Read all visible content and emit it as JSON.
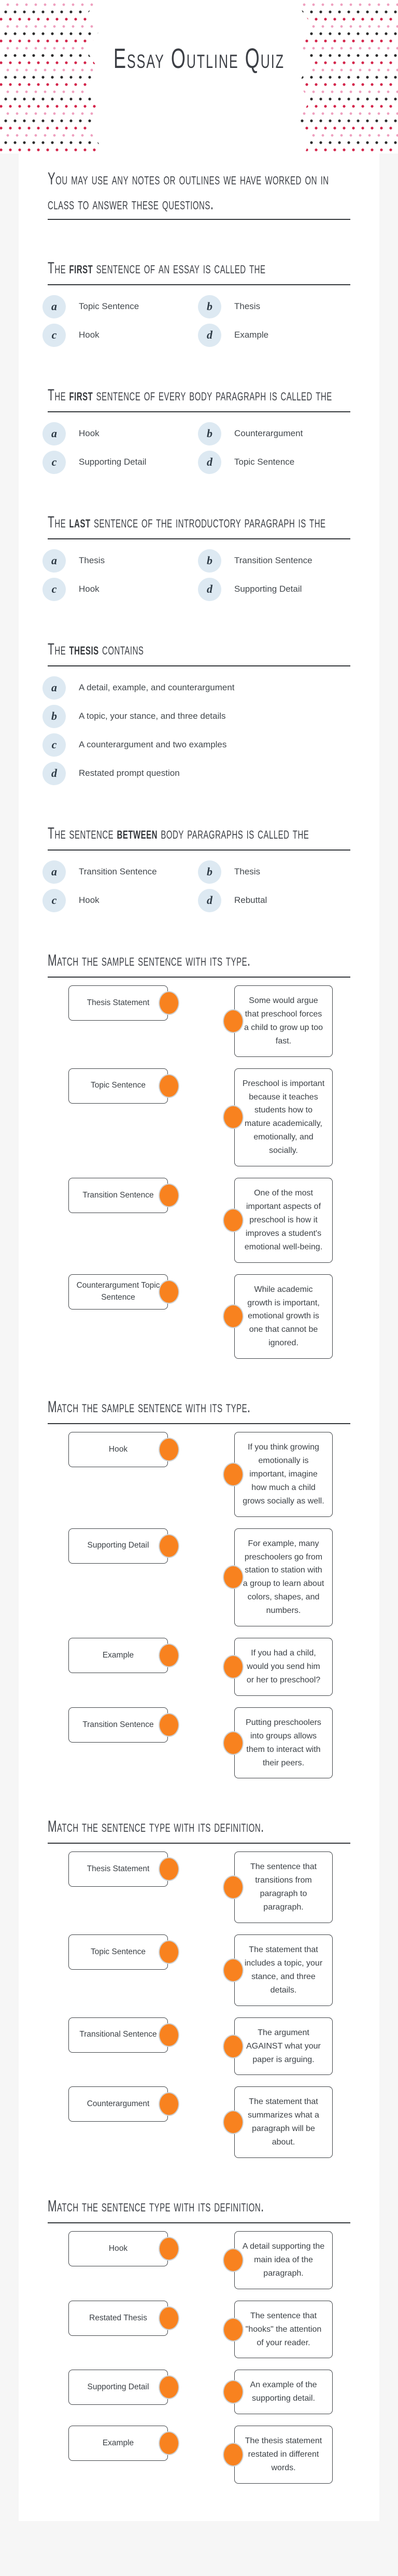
{
  "header": {
    "title": "Essay Outline Quiz"
  },
  "instructions": "You may use any notes or outlines we have worked on in class to answer these questions.",
  "colors": {
    "accent_orange": "#F8821F",
    "option_circle_blue": "#DDE9F2",
    "dot_black": "#2B2B2B",
    "dot_red": "#D4244A",
    "dot_pink": "#EFA0BF"
  },
  "mcq": [
    {
      "prompt": {
        "pre": "The ",
        "bold": "first",
        "post": " sentence of an essay is called the"
      },
      "options": [
        {
          "letter": "a",
          "label": "Topic Sentence"
        },
        {
          "letter": "b",
          "label": "Thesis"
        },
        {
          "letter": "c",
          "label": "Hook"
        },
        {
          "letter": "d",
          "label": "Example"
        }
      ]
    },
    {
      "prompt": {
        "pre": "The ",
        "bold": "first",
        "post": " sentence of every body paragraph is called the"
      },
      "options": [
        {
          "letter": "a",
          "label": "Hook"
        },
        {
          "letter": "b",
          "label": "Counterargument"
        },
        {
          "letter": "c",
          "label": "Supporting Detail"
        },
        {
          "letter": "d",
          "label": "Topic Sentence"
        }
      ]
    },
    {
      "prompt": {
        "pre": "The ",
        "bold": "last",
        "post": " sentence of the introductory paragraph is the"
      },
      "options": [
        {
          "letter": "a",
          "label": "Thesis"
        },
        {
          "letter": "b",
          "label": "Transition Sentence"
        },
        {
          "letter": "c",
          "label": "Hook"
        },
        {
          "letter": "d",
          "label": "Supporting Detail"
        }
      ]
    },
    {
      "prompt": {
        "pre": "The ",
        "bold": "thesis",
        "post": " contains"
      },
      "options": [
        {
          "letter": "a",
          "label": "A detail, example, and counterargument"
        },
        {
          "letter": "b",
          "label": "A topic, your stance, and three details"
        },
        {
          "letter": "c",
          "label": "A counterargument and two examples"
        },
        {
          "letter": "d",
          "label": "Restated prompt question"
        }
      ]
    },
    {
      "prompt": {
        "pre": "The sentence ",
        "bold": "between",
        "post": " body paragraphs is called the"
      },
      "options": [
        {
          "letter": "a",
          "label": "Transition Sentence"
        },
        {
          "letter": "b",
          "label": "Thesis"
        },
        {
          "letter": "c",
          "label": "Hook"
        },
        {
          "letter": "d",
          "label": "Rebuttal"
        }
      ]
    }
  ],
  "matching": [
    {
      "title": "Match the sample sentence with its type.",
      "pairs": [
        {
          "left": "Thesis Statement",
          "right": "Some would argue that preschool forces a child to grow up too fast."
        },
        {
          "left": "Topic Sentence",
          "right": "Preschool is important because it teaches students how to mature academically, emotionally, and socially."
        },
        {
          "left": "Transition Sentence",
          "right": "One of the most important aspects of preschool is how it improves a student's emotional well-being."
        },
        {
          "left": "Counterargument Topic Sentence",
          "right": "While academic growth is important, emotional growth is one that cannot be ignored."
        }
      ]
    },
    {
      "title": "Match the sample sentence with its type.",
      "pairs": [
        {
          "left": "Hook",
          "right": "If you think growing emotionally is important, imagine how much a child grows socially as well."
        },
        {
          "left": "Supporting Detail",
          "right": "For example, many preschoolers go from station to station with a group to learn about colors, shapes, and numbers."
        },
        {
          "left": "Example",
          "right": "If you had a child, would you send him or her to preschool?"
        },
        {
          "left": "Transition Sentence",
          "right": "Putting preschoolers into groups allows them to interact with their peers."
        }
      ]
    },
    {
      "title": "Match the sentence type with its definition.",
      "pairs": [
        {
          "left": "Thesis Statement",
          "right": "The sentence that transitions from paragraph to paragraph."
        },
        {
          "left": "Topic Sentence",
          "right": "The statement that includes a topic, your stance, and three details."
        },
        {
          "left": "Transitional Sentence",
          "right": "The argument AGAINST what your paper is arguing."
        },
        {
          "left": "Counterargument",
          "right": "The statement that summarizes what a paragraph will be about."
        }
      ]
    },
    {
      "title": "Match the sentence type with its definition.",
      "pairs": [
        {
          "left": "Hook",
          "right": "A detail supporting the main idea of the paragraph."
        },
        {
          "left": "Restated Thesis",
          "right": "The sentence that \"hooks\" the attention of your reader."
        },
        {
          "left": "Supporting Detail",
          "right": "An example of the supporting detail."
        },
        {
          "left": "Example",
          "right": "The thesis statement restated in different words."
        }
      ]
    }
  ]
}
